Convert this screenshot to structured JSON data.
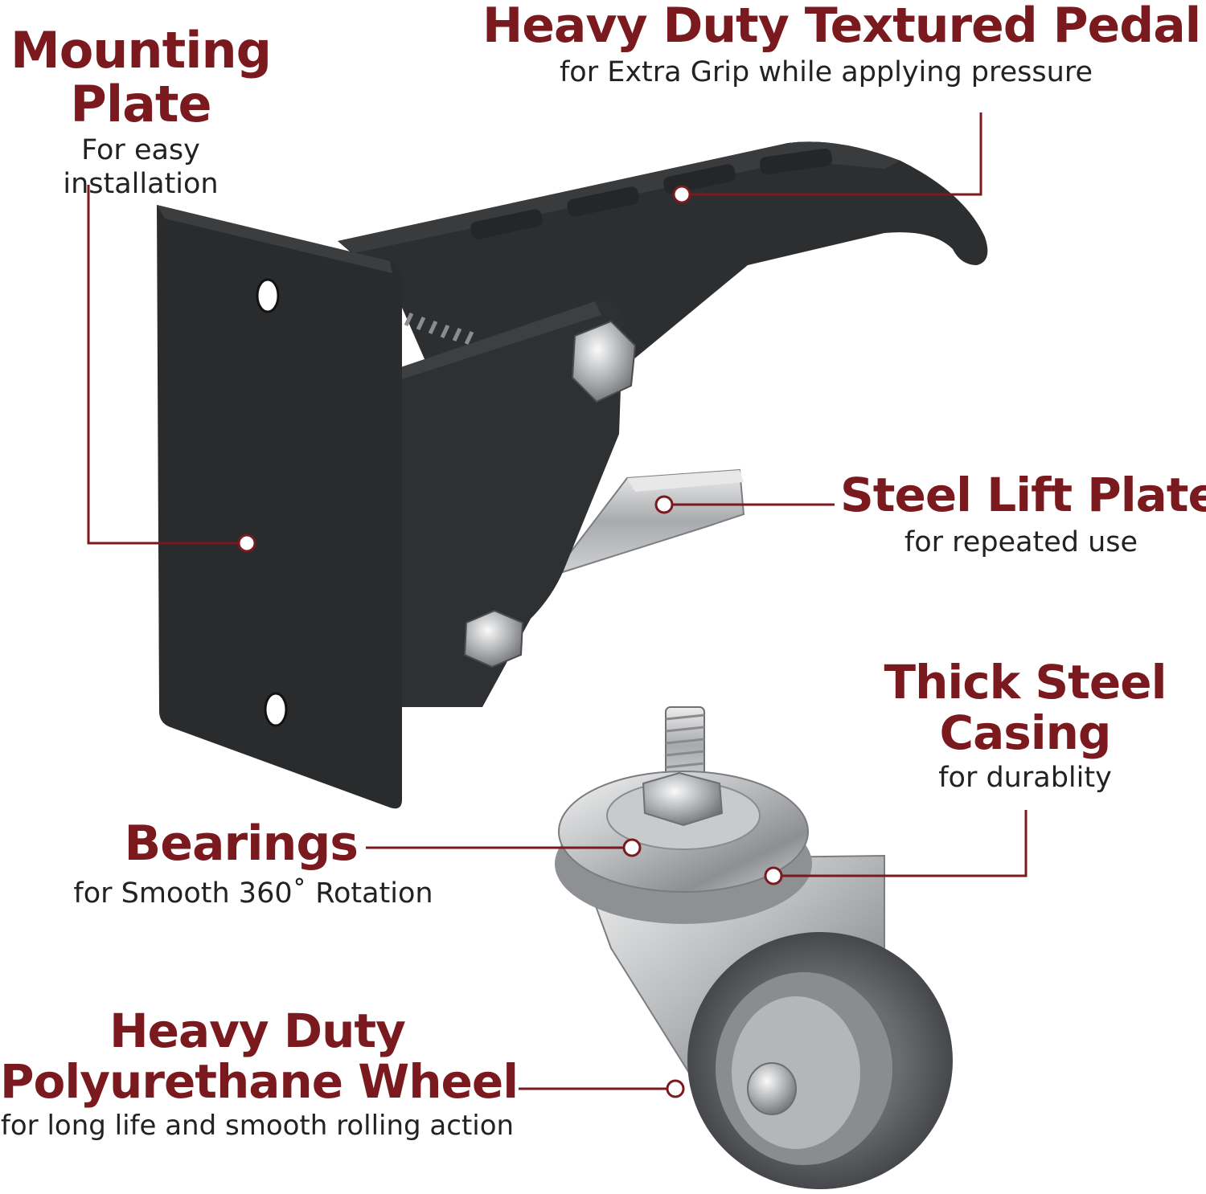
{
  "accent_color": "#7a1a1e",
  "callouts": {
    "mounting_plate": {
      "title_line1": "Mounting",
      "title_line2": "Plate",
      "subtitle": "For easy installation"
    },
    "pedal": {
      "title": "Heavy Duty Textured Pedal",
      "subtitle": "for Extra Grip while applying pressure"
    },
    "lift_plate": {
      "title": "Steel Lift Plate",
      "subtitle": "for repeated use"
    },
    "casing": {
      "title_line1": "Thick Steel",
      "title_line2": "Casing",
      "subtitle": "for durablity"
    },
    "bearings": {
      "title": "Bearings",
      "subtitle": "for Smooth 360˚ Rotation"
    },
    "wheel": {
      "title_line1": "Heavy Duty",
      "title_line2": "Polyurethane Wheel",
      "subtitle": "for long life and smooth rolling action"
    }
  }
}
